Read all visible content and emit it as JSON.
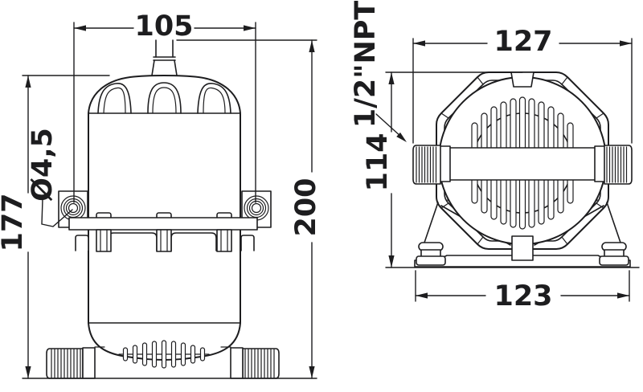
{
  "drawing": {
    "description": "Two-view dimensioned technical drawing of a water pressure pump / accumulator",
    "units": "mm",
    "colors": {
      "background": "#ffffff",
      "line": "#1d1d1f"
    },
    "front_view": {
      "name": "front view",
      "dim_hole_spacing": "105",
      "dim_overall_height": "200",
      "dim_body_height": "177",
      "dim_screw_hole": "Ø4,5"
    },
    "side_view": {
      "name": "side view",
      "dim_overall_width": "127",
      "dim_height": "114",
      "dim_base_width": "123",
      "dim_thread": "1/2\"NPT"
    }
  }
}
